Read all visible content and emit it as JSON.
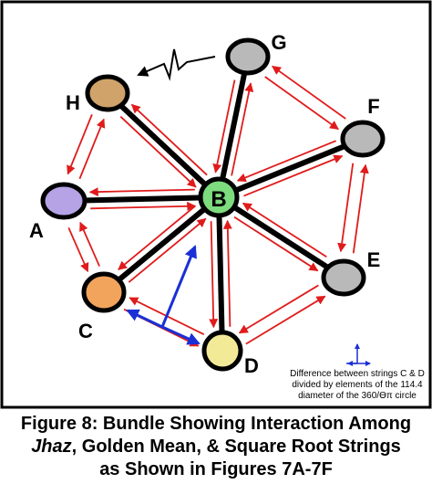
{
  "nodes": [
    {
      "id": "B",
      "label": "B",
      "fill": "#7ddc7d"
    },
    {
      "id": "G",
      "label": "G",
      "fill": "#b9b9b9"
    },
    {
      "id": "H",
      "label": "H",
      "fill": "#cfa36a"
    },
    {
      "id": "F",
      "label": "F",
      "fill": "#b9b9b9"
    },
    {
      "id": "A",
      "label": "A",
      "fill": "#b6a3e6"
    },
    {
      "id": "E",
      "label": "E",
      "fill": "#b9b9b9"
    },
    {
      "id": "C",
      "label": "C",
      "fill": "#f2a45c"
    },
    {
      "id": "D",
      "label": "D",
      "fill": "#f3ea97"
    }
  ],
  "colors": {
    "arrow_red": "#e01b1b",
    "arrow_blue": "#1a2fd6",
    "spoke": "#000000",
    "border": "#000000"
  },
  "legend_note": {
    "lines": [
      "Difference between strings C & D",
      "divided by elements of the 114.4",
      "diameter of the 360/ϴπ circle"
    ]
  },
  "caption": {
    "line1": "Figure 8: Bundle Showing Interaction Among",
    "line2_italic": "Jhaz",
    "line2_rest": ", Golden Mean, & Square Root Strings",
    "line3": "as Shown in Figures 7A-7F"
  }
}
